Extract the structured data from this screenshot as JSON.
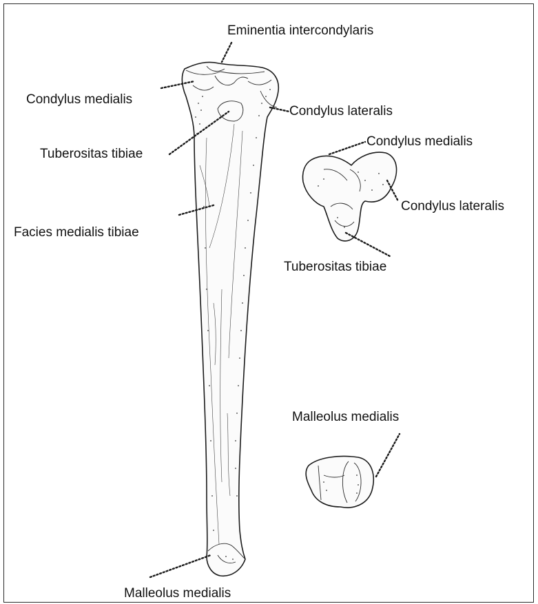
{
  "labels": {
    "eminentia_intercondylaris": "Eminentia intercondylaris",
    "condylus_medialis_main": "Condylus medialis",
    "condylus_lateralis_main": "Condylus lateralis",
    "tuberositas_tibiae_main": "Tuberositas tibiae",
    "facies_medialis_tibiae": "Facies medialis tibiae",
    "malleolus_medialis_main": "Malleolus medialis",
    "condylus_medialis_top": "Condylus medialis",
    "condylus_lateralis_top": "Condylus lateralis",
    "tuberositas_tibiae_top": "Tuberositas tibiae",
    "malleolus_medialis_bottom": "Malleolus medialis"
  }
}
